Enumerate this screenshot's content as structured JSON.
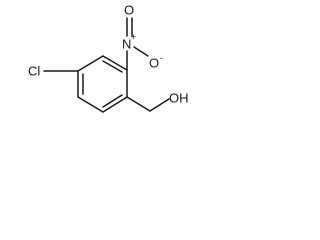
{
  "structure": {
    "atoms": {
      "chlorine": "Cl",
      "nitro_nitrogen": "N",
      "nitro_charge_plus": "+",
      "nitro_oxygen_top": "O",
      "nitro_oxygen_right": "O",
      "nitro_charge_minus": "-",
      "hydroxyl": "OH"
    }
  }
}
